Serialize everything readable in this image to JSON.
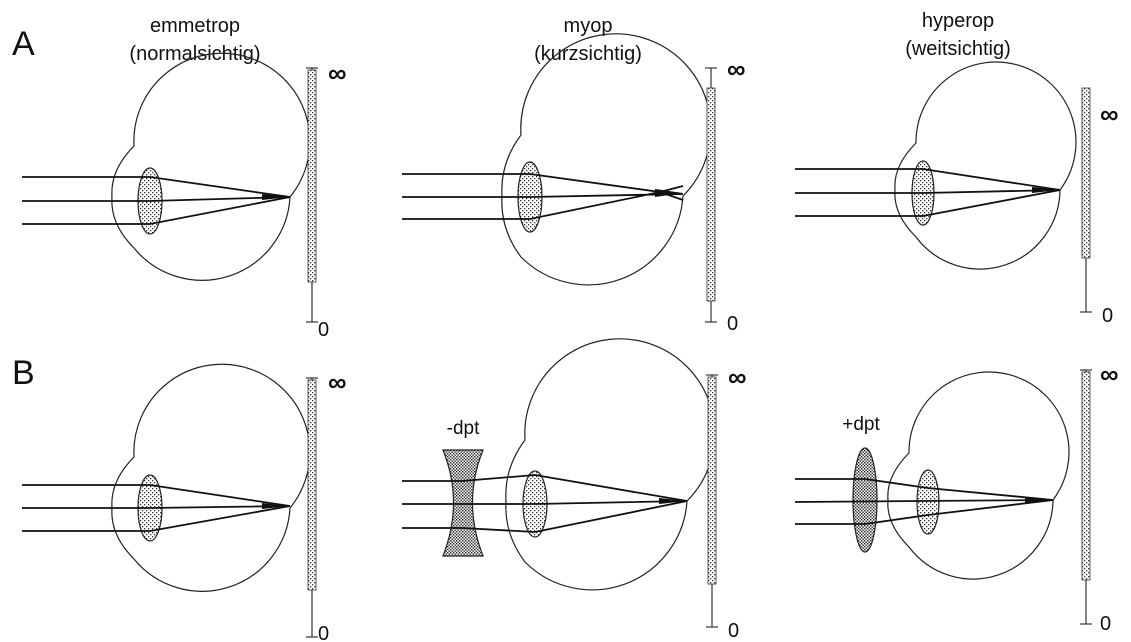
{
  "figure": {
    "rows": [
      {
        "letter": "A"
      },
      {
        "letter": "B"
      }
    ],
    "columns": [
      {
        "title": "emmetrop",
        "subtitle": "(normalsichtig)"
      },
      {
        "title": "myop",
        "subtitle": "(kurzsichtig)"
      },
      {
        "title": "hyperop",
        "subtitle": "(weitsichtig)"
      }
    ],
    "scale": {
      "top": "∞",
      "bottom": "0"
    },
    "lenses": {
      "concave": "-dpt",
      "convex": "+dpt"
    }
  }
}
